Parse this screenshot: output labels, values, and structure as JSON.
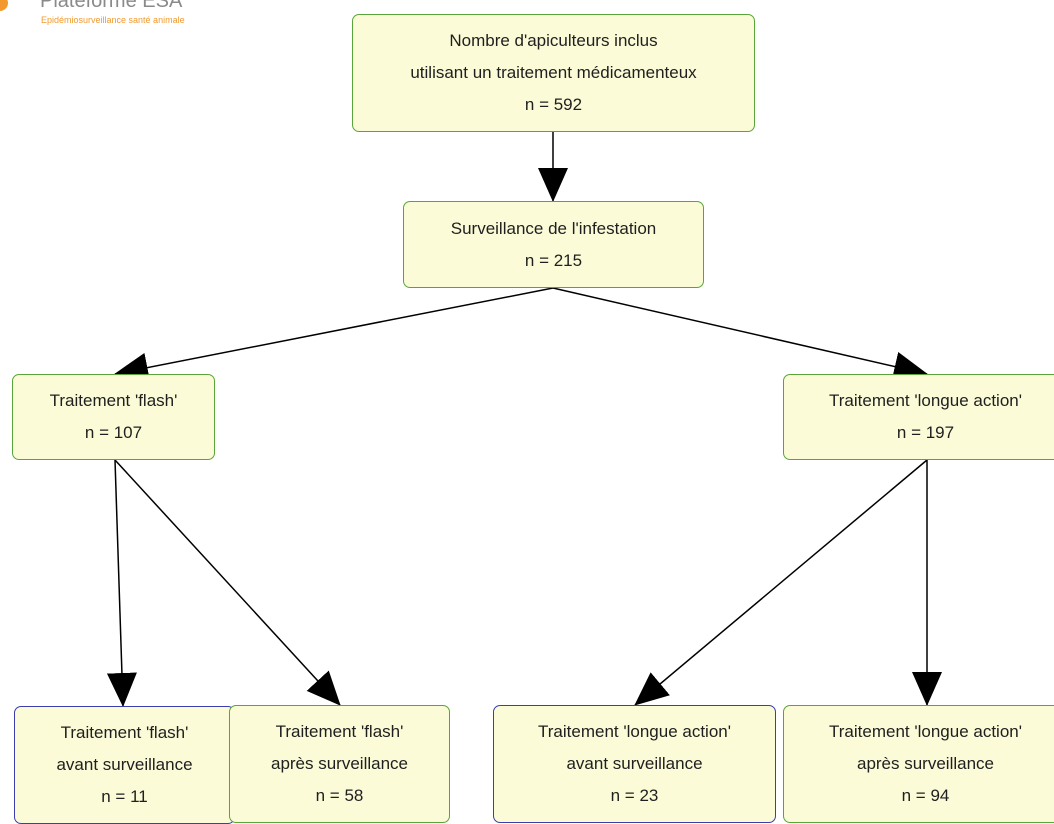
{
  "logo": {
    "title": "Plateforme ESA",
    "subtitle": "Epidémiosurveillance santé animale"
  },
  "nodes": {
    "root": {
      "lines": [
        "Nombre d'apiculteurs inclus",
        "utilisant un traitement médicamenteux"
      ],
      "count": "n = 592"
    },
    "surveillance": {
      "lines": [
        "Surveillance de l'infestation"
      ],
      "count": "n = 215"
    },
    "flash": {
      "lines": [
        "Traitement 'flash'"
      ],
      "count": "n = 107"
    },
    "longue": {
      "lines": [
        "Traitement 'longue action'"
      ],
      "count": "n = 197"
    },
    "flash_avant": {
      "lines": [
        "Traitement 'flash'",
        "avant surveillance"
      ],
      "count": "n = 11"
    },
    "flash_apres": {
      "lines": [
        "Traitement 'flash'",
        "après surveillance"
      ],
      "count": "n = 58"
    },
    "longue_avant": {
      "lines": [
        "Traitement 'longue action'",
        "avant surveillance"
      ],
      "count": "n = 23"
    },
    "longue_apres": {
      "lines": [
        "Traitement 'longue action'",
        "après surveillance"
      ],
      "count": "n = 94"
    }
  },
  "colors": {
    "node_fill": "#fbfbd8",
    "node_border_green": "#5aa53a",
    "node_border_blue": "#3d3dae",
    "edge": "#000000",
    "logo_accent": "#f29a2e"
  }
}
